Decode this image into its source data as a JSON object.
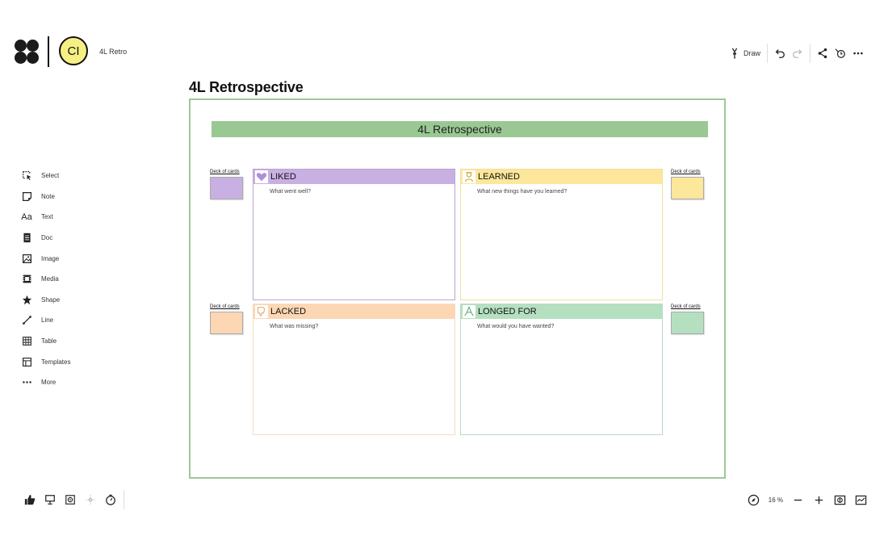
{
  "header": {
    "board_name": "4L Retro",
    "avatar_initials": "CI",
    "draw_label": "Draw"
  },
  "left_toolbar": [
    {
      "icon": "select-icon",
      "label": "Select"
    },
    {
      "icon": "note-icon",
      "label": "Note"
    },
    {
      "icon": "text-icon",
      "label": "Text",
      "glyph": "Aa"
    },
    {
      "icon": "doc-icon",
      "label": "Doc"
    },
    {
      "icon": "image-icon",
      "label": "Image"
    },
    {
      "icon": "media-icon",
      "label": "Media"
    },
    {
      "icon": "shape-icon",
      "label": "Shape"
    },
    {
      "icon": "line-icon",
      "label": "Line"
    },
    {
      "icon": "table-icon",
      "label": "Table"
    },
    {
      "icon": "templates-icon",
      "label": "Templates"
    },
    {
      "icon": "more-icon",
      "label": "More"
    }
  ],
  "zoom": "16 %",
  "frame": {
    "title": "4L Retrospective",
    "banner": "4L Retrospective",
    "deck_label": "Deck of cards"
  },
  "quadrants": [
    {
      "title": "LIKED",
      "question": "What went well?",
      "icon": "heart-icon",
      "header_color": "#c9b0e3",
      "border_color": "#b9a5cf",
      "card_color": "#c9b0e3"
    },
    {
      "title": "LEARNED",
      "question": "What new things have you learned?",
      "icon": "teacher-icon",
      "header_color": "#fde79a",
      "border_color": "#f3df9b",
      "card_color": "#fde79a"
    },
    {
      "title": "LACKED",
      "question": "What was missing?",
      "icon": "thumbs-down-icon",
      "header_color": "#fdd6b4",
      "border_color": "#f4dcc0",
      "card_color": "#fdd6b4"
    },
    {
      "title": "LONGED FOR",
      "question": "What would you have wanted?",
      "icon": "pray-icon",
      "header_color": "#b4e0c0",
      "border_color": "#bcd9c6",
      "card_color": "#b4e0c0"
    }
  ],
  "colors": {
    "frame_border": "#9cc99a",
    "banner": "#99c893",
    "avatar_bg": "#f6ef83"
  }
}
